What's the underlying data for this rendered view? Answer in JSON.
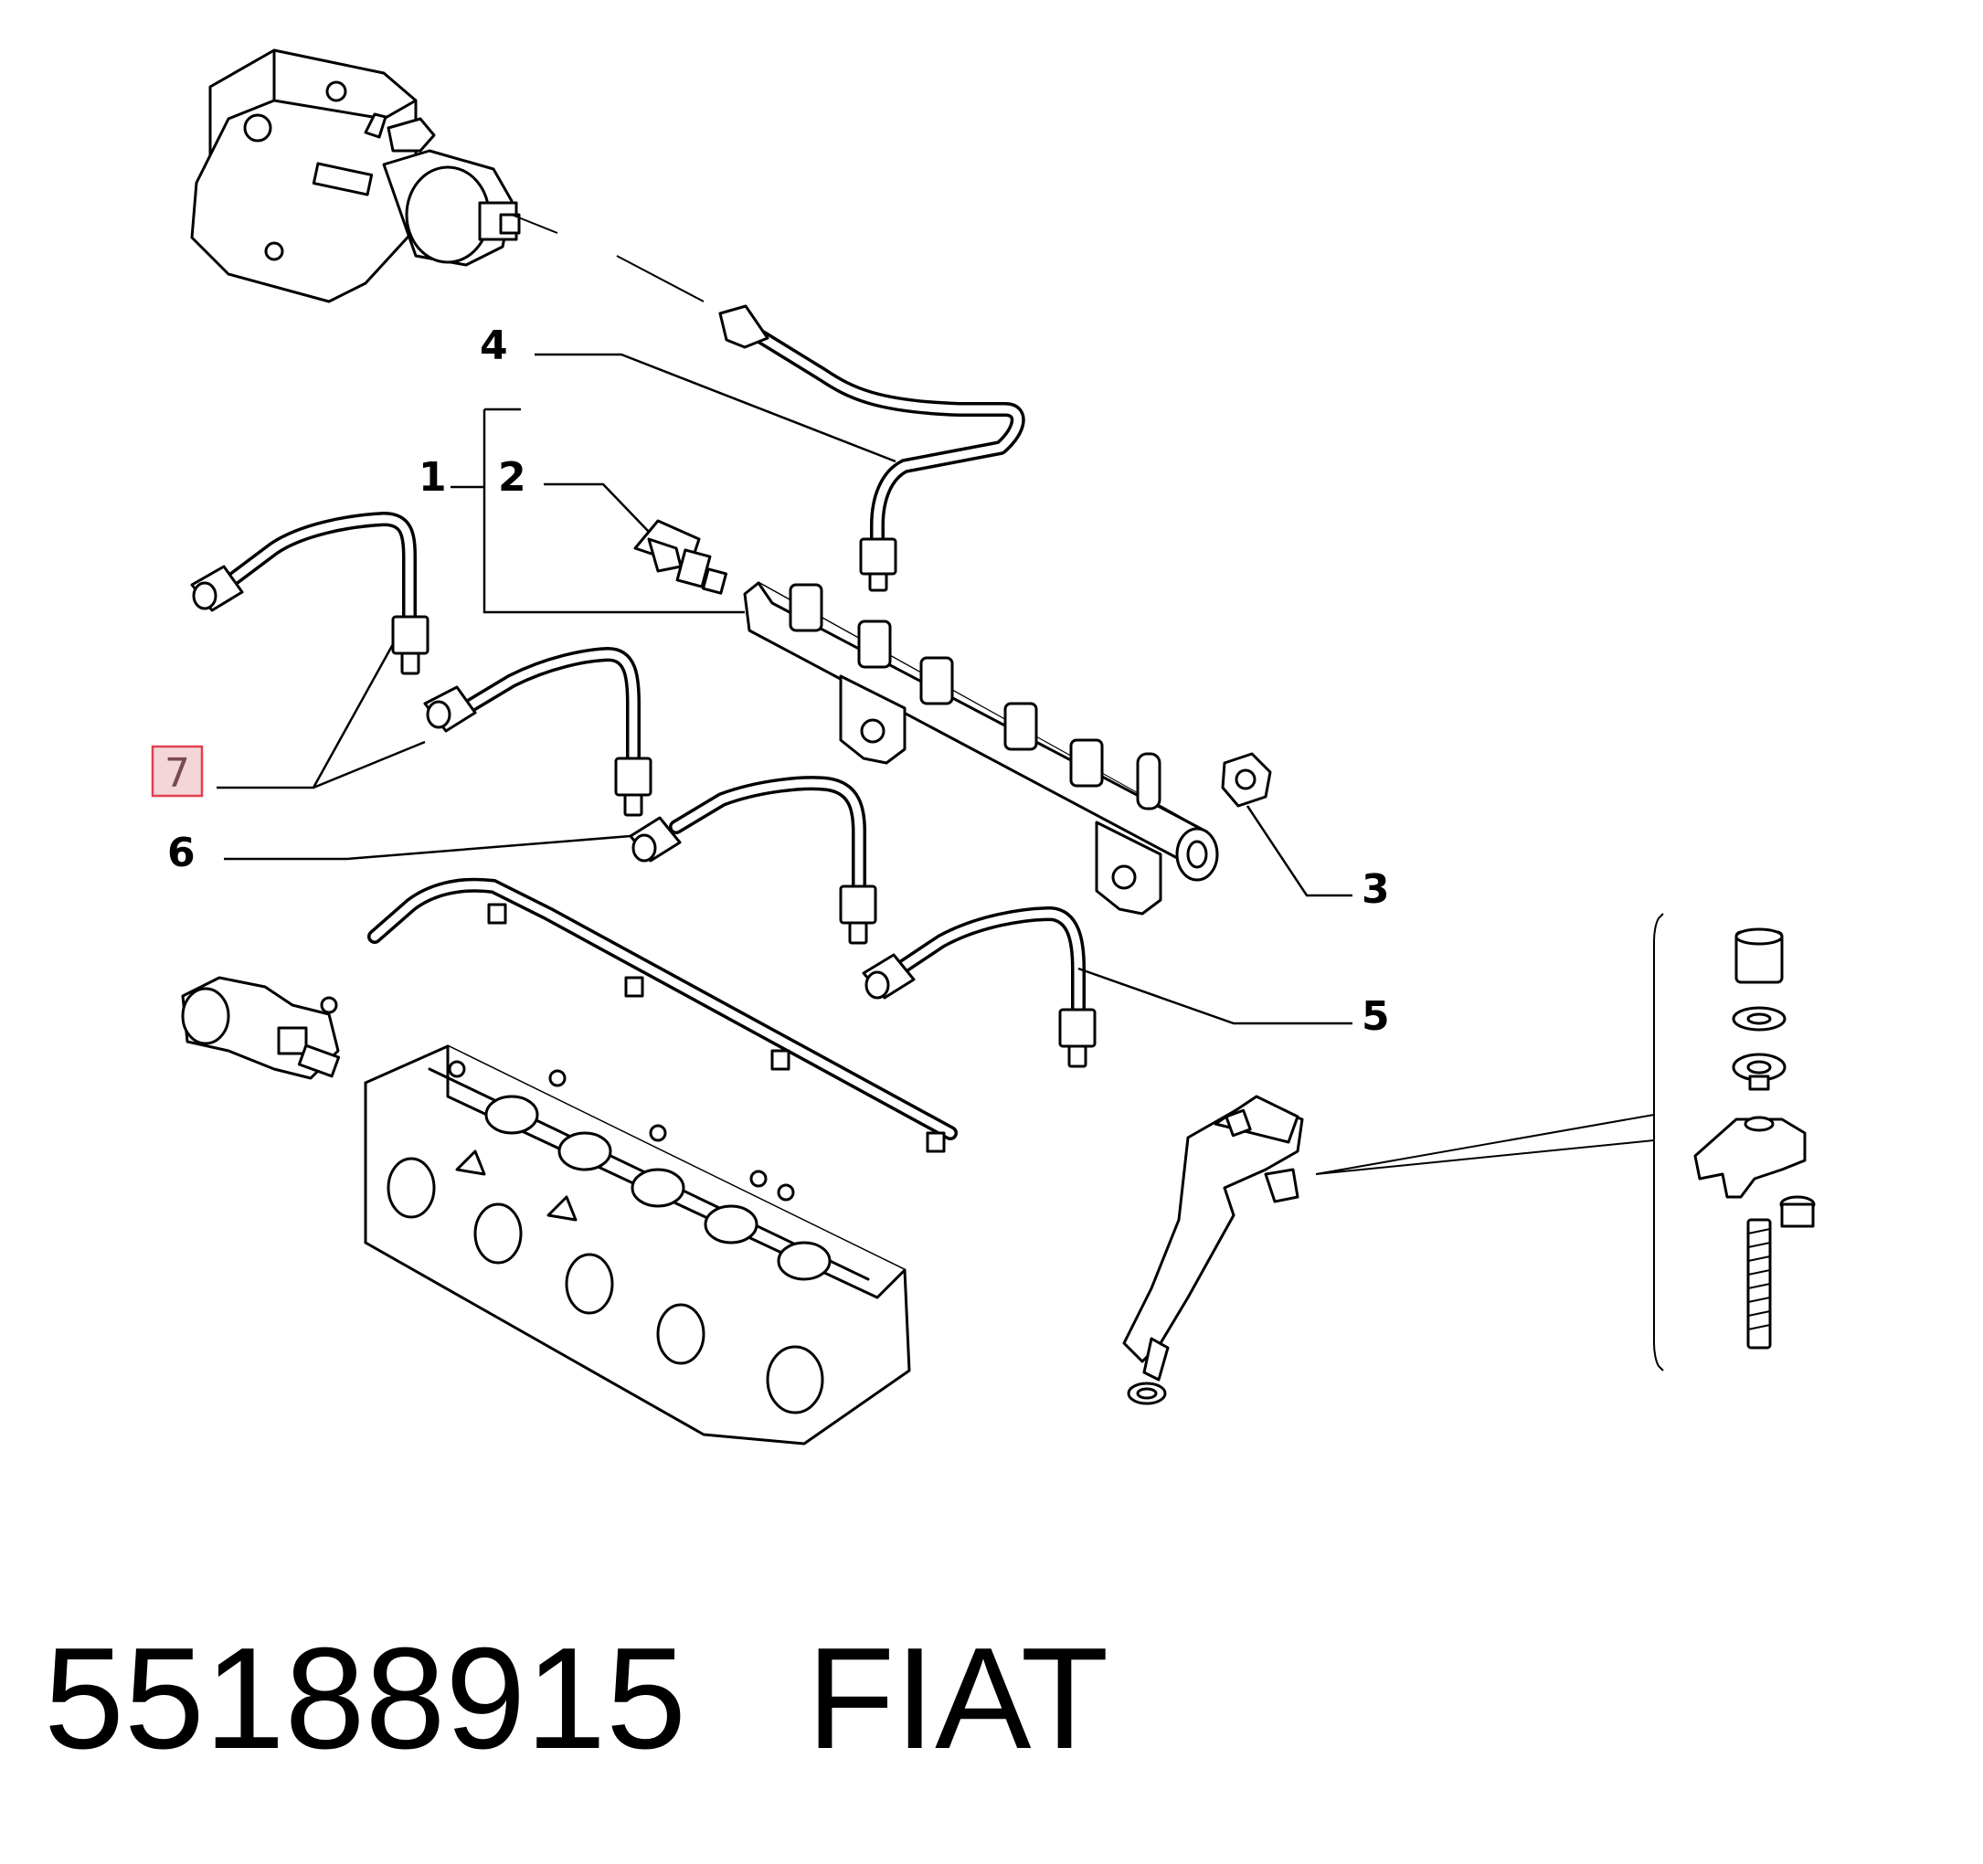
{
  "callouts": {
    "c1": "1",
    "c2": "2",
    "c3": "3",
    "c4": "4",
    "c5": "5",
    "c6": "6",
    "c7": "7"
  },
  "highlight_color": "#e0404e",
  "caption": {
    "part_number": "55188915",
    "brand": "FIAT"
  }
}
